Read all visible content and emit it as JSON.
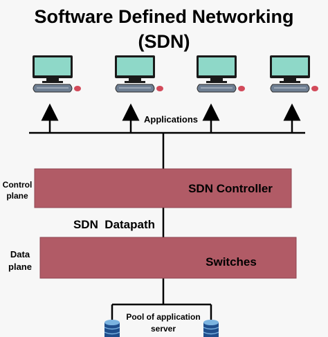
{
  "title_line1": "Software Defined Networking",
  "title_line2": "(SDN)",
  "applications_label": "Applications",
  "control_plane_label": [
    "Control",
    "plane"
  ],
  "sdn_controller_label": "SDN Controller",
  "sdn_datapath_label": "SDN  Datapath",
  "data_plane_label": [
    "Data",
    "plane"
  ],
  "switches_label": "Switches",
  "server_pool_label": [
    "Pool of application",
    "server"
  ],
  "colors": {
    "background": "#f7f7f7",
    "plane_box": "#b15b66",
    "plane_border": "#8f4650",
    "screen": "#8ed8c8",
    "monitor_frame": "#1a1a1a",
    "keyboard": "#6f7f93",
    "mouse": "#d24a5a",
    "server_top": "#7ab3e0",
    "server_body": "#1f4e8c"
  },
  "icons": [
    "computer-icon",
    "keyboard-icon",
    "mouse-icon",
    "arrow-up-icon",
    "database-server-icon"
  ]
}
